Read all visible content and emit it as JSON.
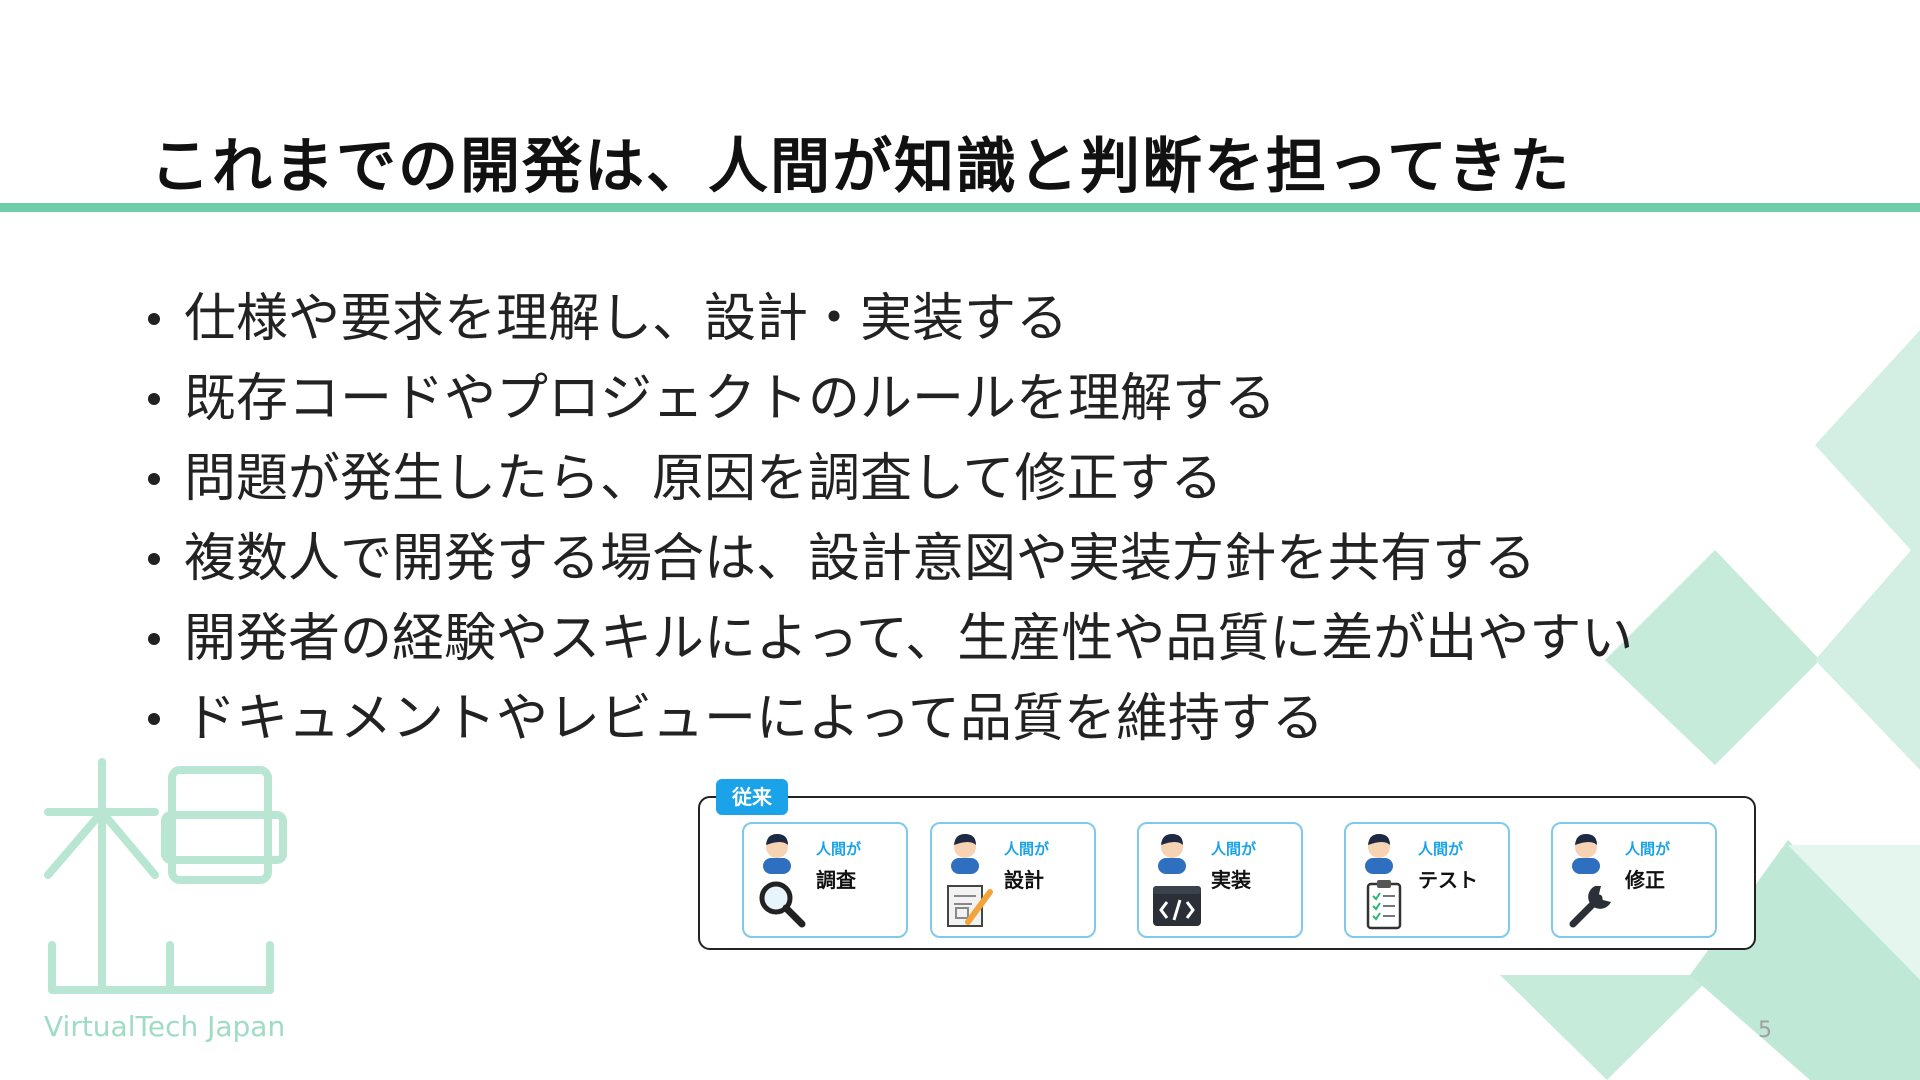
{
  "slide": {
    "title": "これまでの開発は、人間が知識と判断を担ってきた",
    "bullets": [
      "仕様や要求を理解し、設計・実装する",
      "既存コードやプロジェクトのルールを理解する",
      "問題が発生したら、原因を調査して修正する",
      "複数人で開発する場合は、設計意図や実装方針を共有する",
      "開発者の経験やスキルによって、生産性や品質に差が出やすい",
      "ドキュメントやレビューによって品質を維持する"
    ],
    "flow": {
      "tag": "従来",
      "steps": [
        {
          "who": "人間が",
          "what": "調査",
          "icon": "magnifier-icon"
        },
        {
          "who": "人間が",
          "what": "設計",
          "icon": "blueprint-pencil-icon"
        },
        {
          "who": "人間が",
          "what": "実装",
          "icon": "code-window-icon"
        },
        {
          "who": "人間が",
          "what": "テスト",
          "icon": "checklist-clipboard-icon"
        },
        {
          "who": "人間が",
          "what": "修正",
          "icon": "wrench-icon"
        }
      ]
    },
    "footer": {
      "brand": "VirtualTech Japan",
      "page_number": "5"
    }
  },
  "colors": {
    "accent_green": "#6fceaa",
    "decor_green": "#cdeee0",
    "flow_blue": "#1aa3e8",
    "step_border": "#7fc9ee",
    "text": "#111111"
  }
}
